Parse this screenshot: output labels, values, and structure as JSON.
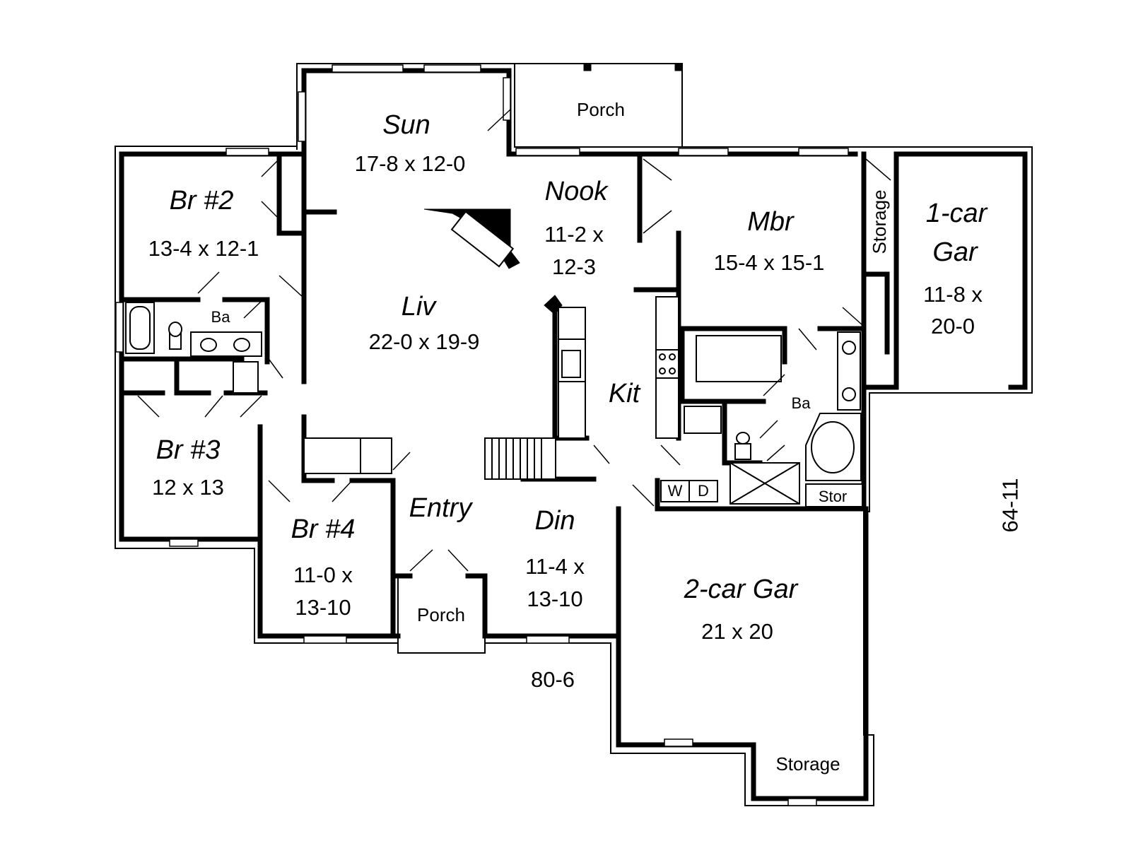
{
  "rooms": {
    "sun": {
      "name": "Sun",
      "dim": "17-8 x 12-0"
    },
    "porch_rear": {
      "name": "Porch"
    },
    "nook": {
      "name": "Nook",
      "dim_line1": "11-2 x",
      "dim_line2": "12-3"
    },
    "mbr": {
      "name": "Mbr",
      "dim": "15-4 x 15-1"
    },
    "storage_side": {
      "name": "Storage"
    },
    "gar1": {
      "name_line1": "1-car",
      "name_line2": "Gar",
      "dim_line1": "11-8 x",
      "dim_line2": "20-0"
    },
    "br2": {
      "name": "Br #2",
      "dim": "13-4 x 12-1"
    },
    "ba_hall": {
      "name": "Ba"
    },
    "liv": {
      "name": "Liv",
      "dim": "22-0 x 19-9"
    },
    "kit": {
      "name": "Kit"
    },
    "ba_master": {
      "name": "Ba"
    },
    "br3": {
      "name": "Br #3",
      "dim": "12 x 13"
    },
    "washer": {
      "name": "W"
    },
    "dryer": {
      "name": "D"
    },
    "stor": {
      "name": "Stor"
    },
    "entry": {
      "name": "Entry"
    },
    "din": {
      "name": "Din",
      "dim_line1": "11-4 x",
      "dim_line2": "13-10"
    },
    "br4": {
      "name": "Br #4",
      "dim_line1": "11-0 x",
      "dim_line2": "13-10"
    },
    "porch_front": {
      "name": "Porch"
    },
    "gar2": {
      "name": "2-car Gar",
      "dim": "21 x 20"
    },
    "storage_gar": {
      "name": "Storage"
    }
  },
  "dimensions": {
    "width": "80-6",
    "depth": "64-11"
  }
}
